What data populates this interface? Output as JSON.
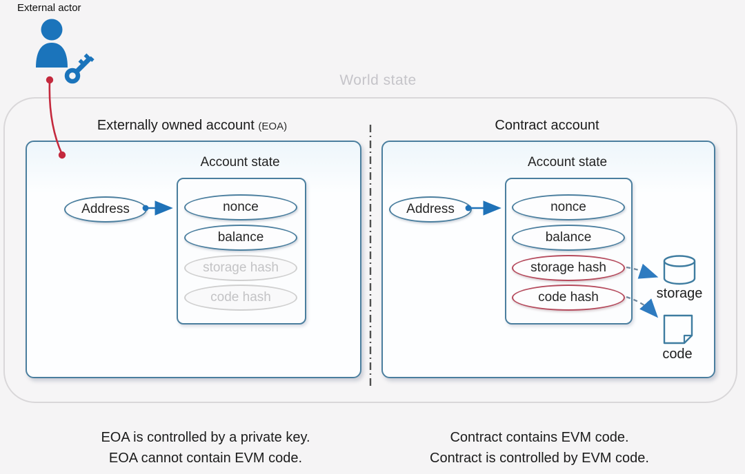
{
  "external_actor": {
    "label": "External actor"
  },
  "world_state_label": "World state",
  "eoa": {
    "title": "Externally owned account",
    "title_suffix": "(EOA)",
    "account_state_label": "Account state",
    "address_label": "Address",
    "fields": [
      {
        "label": "nonce",
        "style": "blue"
      },
      {
        "label": "balance",
        "style": "blue"
      },
      {
        "label": "storage hash",
        "style": "gray"
      },
      {
        "label": "code hash",
        "style": "gray"
      }
    ],
    "caption": [
      "EOA is controlled by a private key.",
      "EOA cannot contain EVM code."
    ]
  },
  "contract": {
    "title": "Contract account",
    "account_state_label": "Account state",
    "address_label": "Address",
    "fields": [
      {
        "label": "nonce",
        "style": "blue"
      },
      {
        "label": "balance",
        "style": "blue"
      },
      {
        "label": "storage hash",
        "style": "red"
      },
      {
        "label": "code hash",
        "style": "red"
      }
    ],
    "storage_icon_label": "storage",
    "code_icon_label": "code",
    "caption": [
      "Contract contains EVM code.",
      "Contract is controlled by EVM code."
    ]
  },
  "colors": {
    "icon_blue": "#1b74bb",
    "box_border_blue": "#4a7e9e",
    "arrow_blue": "#1f72b8",
    "highlight_red": "#b54a5c",
    "actor_link_red": "#c4293d",
    "inactive_gray": "#cfcfcf",
    "world_state_gray": "#c5c4c9"
  }
}
